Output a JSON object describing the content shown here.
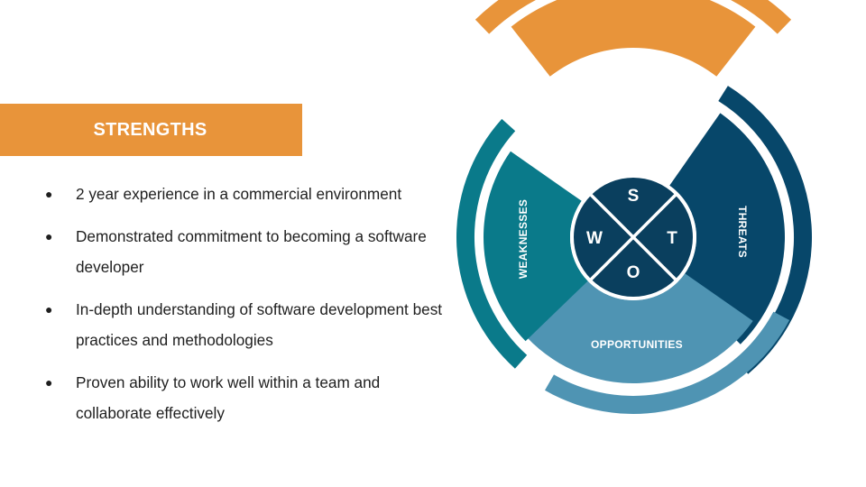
{
  "banner": {
    "title": "STRENGTHS"
  },
  "bullets": [
    "2 year experience in a commercial environment",
    "Demonstrated commitment to becoming a software developer",
    "In-depth understanding of software development best practices and methodologies",
    "Proven ability to work well within a team and collaborate effectively"
  ],
  "bullet_glyph": "●",
  "diagram": {
    "segments": {
      "strengths": {
        "label": "STRENGTHS",
        "color": "#E8943A"
      },
      "threats": {
        "label": "THREATS",
        "color": "#07476A"
      },
      "opportunities": {
        "label": "OPPORTUNITIES",
        "color": "#4F94B3"
      },
      "weaknesses": {
        "label": "WEAKNESSES",
        "color": "#0A7A8A"
      }
    },
    "center": {
      "color": "#0A3F5E",
      "letters": {
        "s": "S",
        "w": "W",
        "t": "T",
        "o": "O"
      }
    }
  }
}
